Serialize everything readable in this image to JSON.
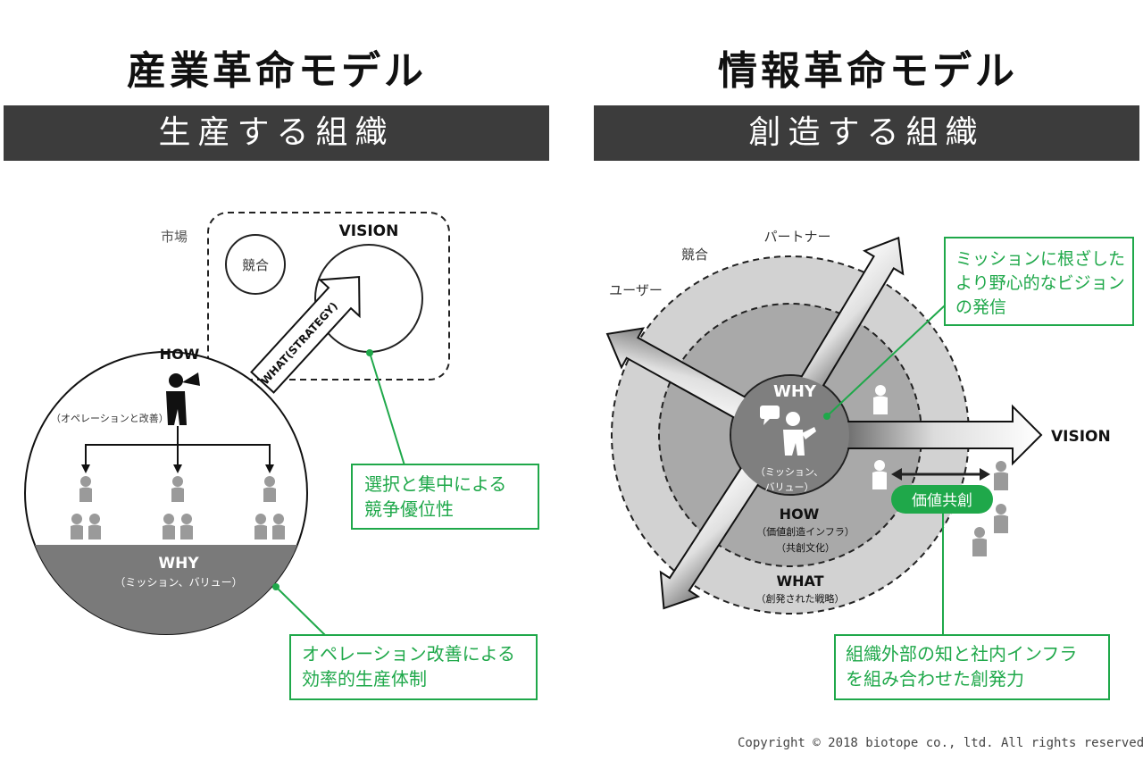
{
  "left_panel": {
    "title": "産業革命モデル",
    "banner": "生産する組織",
    "market_label": "市場",
    "competition_label": "競合",
    "vision_label": "VISION",
    "strategy_arrow_label": "WHAT(STRATEGY)",
    "how_label": "HOW",
    "operation_label": "（オペレーションと改善）",
    "why_label": "WHY",
    "why_sub_label": "（ミッション、バリュー）",
    "callout_strategy": [
      "選択と集中による",
      "競争優位性"
    ],
    "callout_operation": [
      "オペレーション改善による",
      "効率的生産体制"
    ]
  },
  "right_panel": {
    "title": "情報革命モデル",
    "banner": "創造する組織",
    "partner_label": "パートナー",
    "competition_label": "競合",
    "user_label": "ユーザー",
    "why_label": "WHY",
    "why_sub_label_1": "（ミッション、",
    "why_sub_label_2": "バリュー）",
    "how_label": "HOW",
    "how_sub_label_1": "（価値創造インフラ）",
    "how_sub_label_2": "（共創文化）",
    "what_label": "WHAT",
    "what_sub_label": "（創発された戦略）",
    "vision_label": "VISION",
    "cocreation_badge": "価値共創",
    "callout_vision": [
      "ミッションに根ざした",
      "より野心的なビジョン",
      "の発信"
    ],
    "callout_cocreation": [
      "組織外部の知と社内インフラ",
      "を組み合わせた創発力"
    ]
  },
  "colors": {
    "accent_green": "#1fa84a",
    "banner_dark": "#3c3c3c",
    "person_gray": "#9a9a9a",
    "why_dark_gray": "#7a7a7a"
  },
  "icons": [
    "speaker-person-icon",
    "person-icon",
    "speech-bubble-icon",
    "double-arrow-icon"
  ],
  "copyright": "Copyright © 2018 biotope co., ltd. All rights reserved."
}
